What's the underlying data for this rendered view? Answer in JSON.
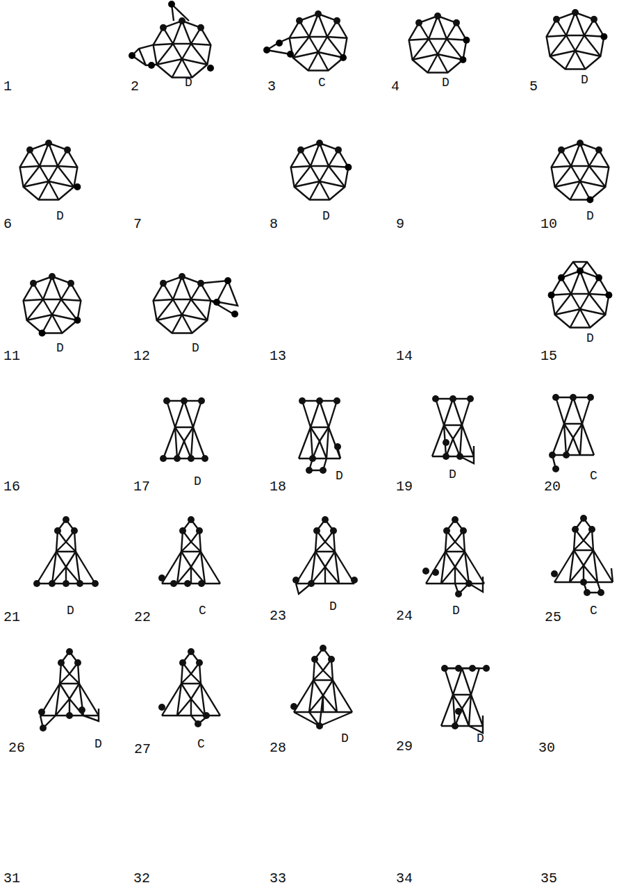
{
  "diagram": {
    "labels": [
      "1",
      "2",
      "D",
      "3",
      "C",
      "4",
      "D",
      "5",
      "D",
      "6",
      "D",
      "7",
      "8",
      "D",
      "9",
      "10",
      "D",
      "11",
      "D",
      "12",
      "D",
      "13",
      "14",
      "15",
      "D",
      "16",
      "17",
      "D",
      "18",
      "D",
      "19",
      "D",
      "20",
      "C",
      "21",
      "D",
      "22",
      "C",
      "23",
      "D",
      "24",
      "D",
      "25",
      "C",
      "26",
      "D",
      "27",
      "C",
      "28",
      "D",
      "29",
      "D",
      "30",
      "31",
      "32",
      "33",
      "34",
      "35"
    ]
  }
}
